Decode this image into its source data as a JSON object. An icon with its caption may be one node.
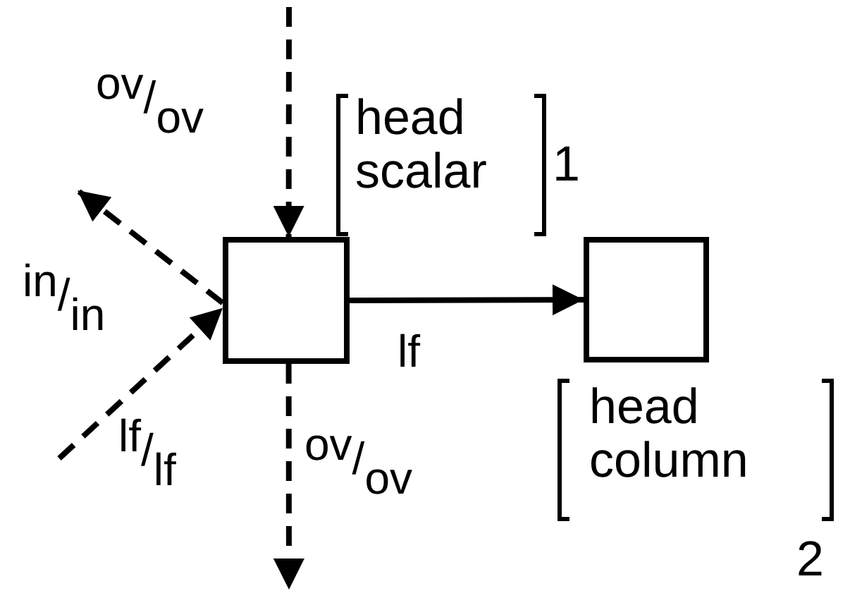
{
  "diagram": {
    "nodes": [
      {
        "text": [],
        "shape": "box",
        "beside": [
          "head scalar",
          "1"
        ]
      },
      {
        "text": [],
        "shape": "box",
        "beside": [
          "head column",
          "2"
        ]
      }
    ],
    "edges": [
      {
        "from": null,
        "to": 0,
        "arrow": "to",
        "style": "dashed",
        "label": "$^{ov}$/$_{ov}$"
      },
      {
        "from": 0,
        "to": null,
        "arrow": "to",
        "style": "dashed",
        "label": "$^{in}$/$_{in}$"
      },
      {
        "from": null,
        "to": 0,
        "arrow": "to",
        "style": "dashed",
        "label": "$^{lf}$/$_{lf}$"
      },
      {
        "from": 0,
        "to": null,
        "arrow": "to",
        "style": "dashed",
        "label": "$^{ov}$/$_{ov}$"
      },
      {
        "from": 0,
        "to": 1,
        "arrow": "to",
        "label": "lf"
      }
    ]
  }
}
